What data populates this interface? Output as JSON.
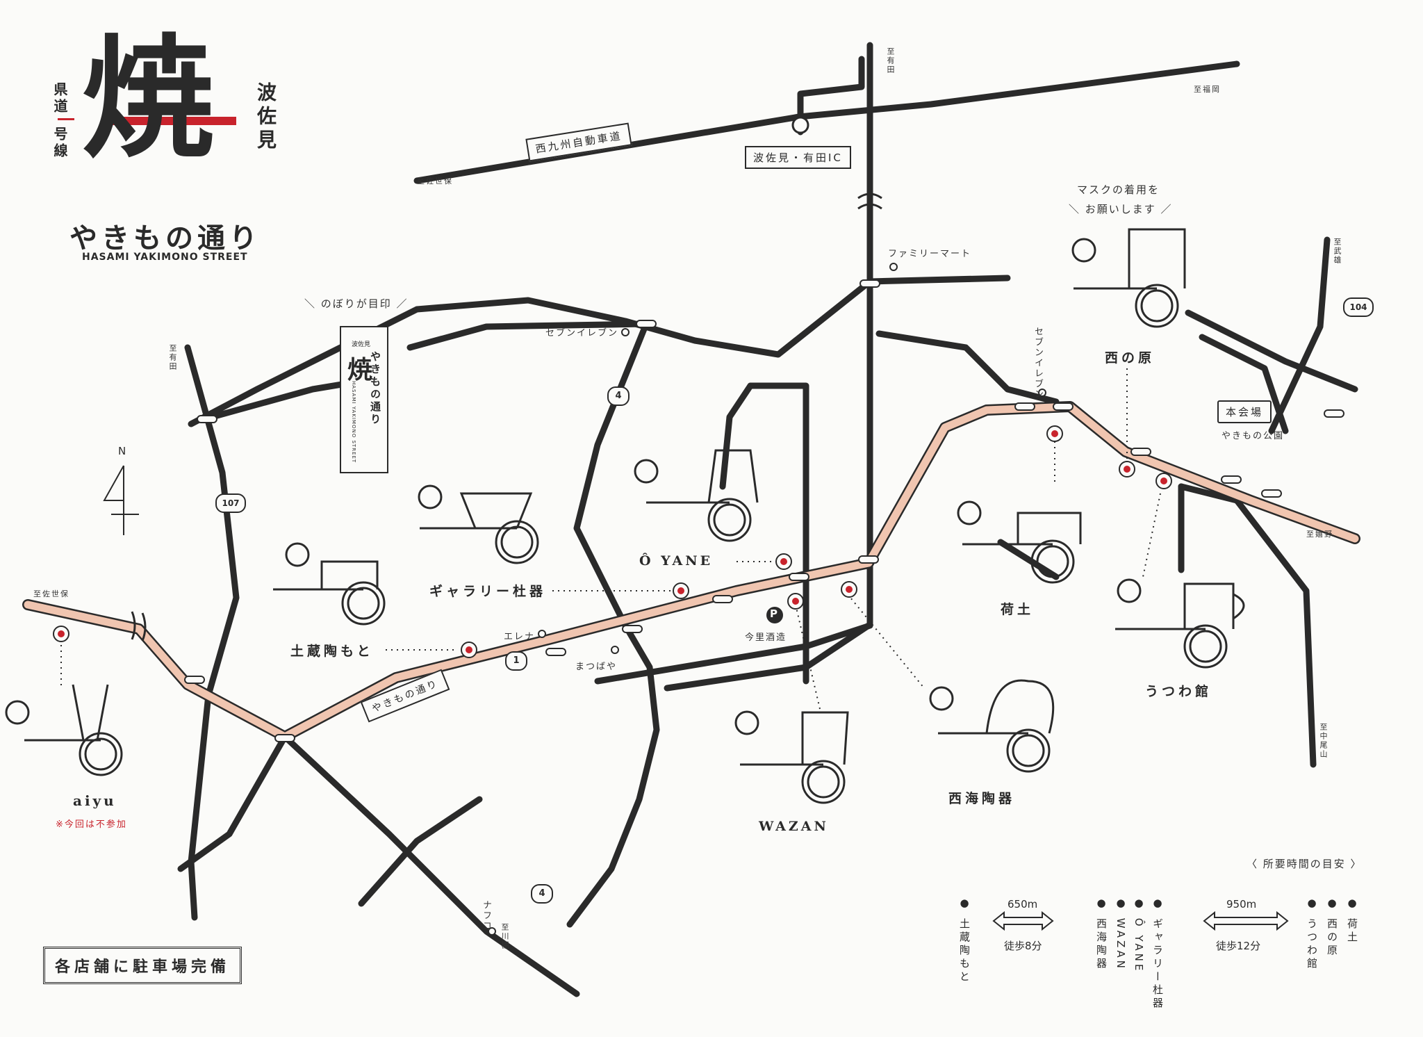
{
  "header": {
    "kanji": "焼",
    "prefix_vertical_1": "県道",
    "prefix_vertical_2": "号線",
    "town_vertical": "波佐見",
    "title_jp": "やきもの通り",
    "title_en": "HASAMI YAKIMONO STREET"
  },
  "banner": {
    "caption": "＼ のぼりが目印 ／",
    "small": "波佐見",
    "kanji": "焼",
    "jp": "やきもの通り",
    "en": "HASAMI YAKIMONO STREET"
  },
  "mask_notice": {
    "line1": "マスクの着用を",
    "line2": "＼ お願いします ／"
  },
  "directions": {
    "arita_top": "至有田",
    "fukuoka": "至福岡",
    "sasebo_top": "至佐世保",
    "arita_left": "至有田",
    "takeo": "至武雄",
    "sasebo_left": "至佐世保",
    "ureshino": "至嬉野",
    "nakao": "至中尾山",
    "kawatana": "至川棚"
  },
  "roads": {
    "expressway": "西九州自動車道",
    "ic": "波佐見・有田IC",
    "yakimono_dori": "やきもの通り",
    "route_1": "1",
    "route_4a": "4",
    "route_4b": "4",
    "route_107": "107",
    "route_104": "104"
  },
  "landmarks": {
    "familymart": "ファミリーマート",
    "seven1": "セブンイレブン",
    "seven2": "セブンイレブン",
    "elena": "エレナ",
    "matsuba": "まつばや",
    "parking_icon": "P",
    "imari_brewery": "今里酒造",
    "nafuko": "ナフコ",
    "main_venue": "本会場",
    "park": "やきもの公園",
    "north": "N"
  },
  "shops": {
    "aiyu": "aiyu",
    "aiyu_note": "※今回は不参加",
    "dozo": "土蔵陶もと",
    "gallery": "ギャラリー杜器",
    "oyane": "Ô YANE",
    "wazan": "WAZAN",
    "saikai": "西海陶器",
    "nido": "荷土",
    "utsuwa": "うつわ館",
    "nishinohara": "西の原"
  },
  "travel_time": {
    "title": "〈 所要時間の目安 〉",
    "group1": [
      "土蔵陶もと"
    ],
    "dist1": "650m",
    "walk1": "徒歩8分",
    "group2": [
      "ギャラリー杜器",
      "Ô YANE",
      "WAZAN",
      "西海陶器"
    ],
    "dist2": "950m",
    "walk2": "徒歩12分",
    "group3": [
      "荷土",
      "西の原",
      "うつわ館"
    ]
  },
  "parking_notice": "各店舗に駐車場完備",
  "colors": {
    "route": "#f0c5b0",
    "dot": "#c8232c",
    "ink": "#2a2a2a",
    "paper": "#fbfbf9"
  }
}
